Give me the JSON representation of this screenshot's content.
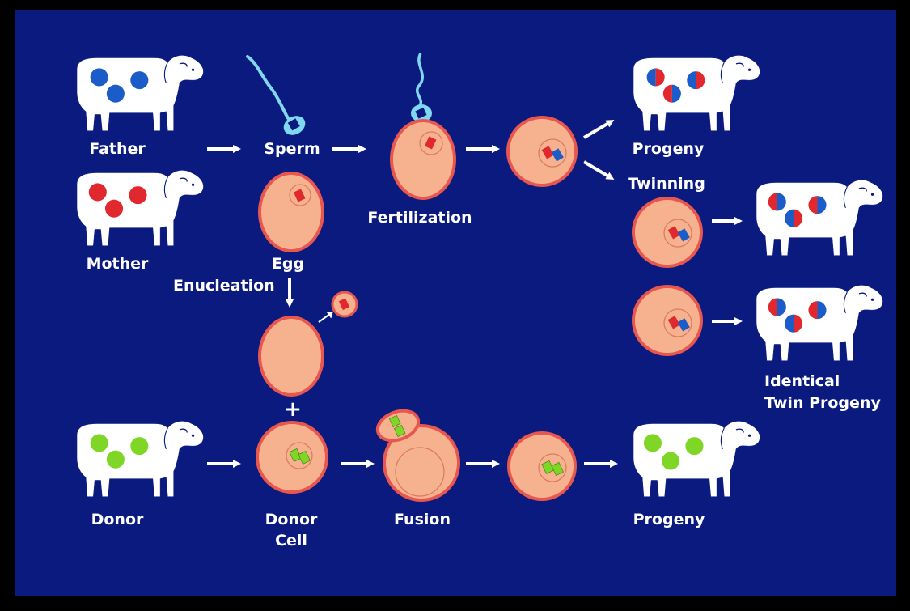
{
  "labels": {
    "father": "Father",
    "mother": "Mother",
    "sperm": "Sperm",
    "egg": "Egg",
    "fertilization": "Fertilization",
    "progeny_top": "Progeny",
    "twinning": "Twinning",
    "enucleation": "Enucleation",
    "plus": "+",
    "identical_line1": "Identical",
    "identical_line2": "Twin Progeny",
    "donor": "Donor",
    "donor_cell_line1": "Donor",
    "donor_cell_line2": "Cell",
    "fusion": "Fusion",
    "progeny_bottom": "Progeny"
  },
  "colors": {
    "background": "#0a1a7e",
    "border": "#000000",
    "sheep_body": "#ffffff",
    "father_spots": "#1c5cc8",
    "mother_spots": "#e0282e",
    "donor_spots": "#7fd626",
    "cell_fill": "#f6b28e",
    "cell_outline": "#e8574f",
    "sperm": "#7fd8ef",
    "arrow": "#ffffff"
  }
}
